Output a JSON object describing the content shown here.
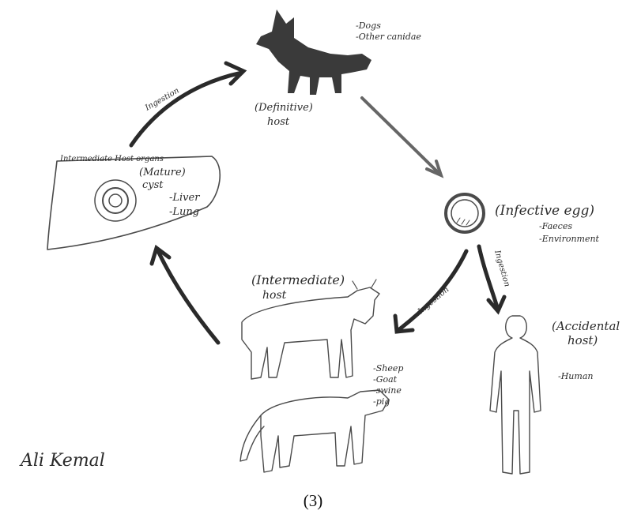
{
  "definitive_host": {
    "examples": [
      "-Dogs",
      "-Other canidae"
    ],
    "label_line1": "(Definitive)",
    "label_line2": "host"
  },
  "infective_egg": {
    "label": "(Infective egg)",
    "sources": [
      "-Faeces",
      "-Environment"
    ]
  },
  "accidental_host": {
    "label_line1": "(Accidental",
    "label_line2": "host)",
    "examples": [
      "-Human"
    ]
  },
  "intermediate_host": {
    "label_line1": "(Intermediate)",
    "label_line2": "host",
    "examples": [
      "-Sheep",
      "-Goat",
      "-swine",
      "-pig"
    ]
  },
  "organs": {
    "title": "Intermediate Host organs",
    "cyst_line1": "(Mature)",
    "cyst_line2": "cyst",
    "list": [
      "-Liver",
      "-Lung"
    ]
  },
  "arrows": {
    "ingestion_top": "Ingestion",
    "ingestion_bottom": "Ingestion",
    "ingestion_human": "Ingestion"
  },
  "signature": "Ali Kemal",
  "figure_caption": "(3)"
}
